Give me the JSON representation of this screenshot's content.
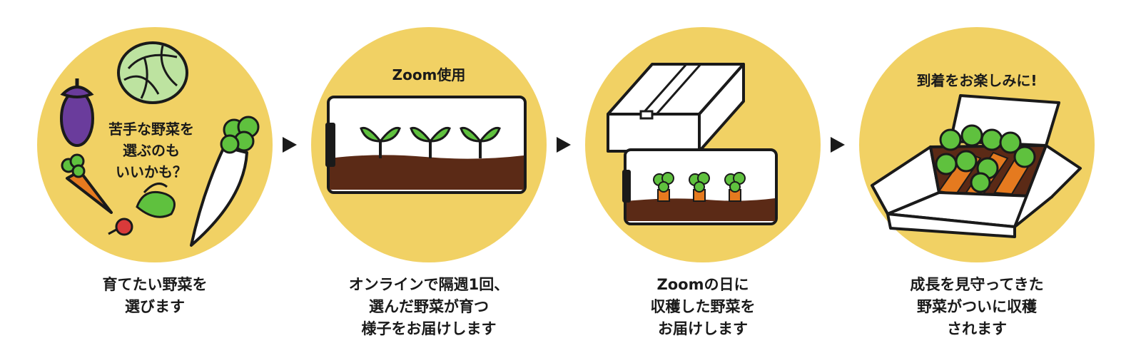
{
  "steps": [
    {
      "bubble_lines": [
        "苦手な野菜を",
        "選ぶのも",
        "いいかも？"
      ],
      "caption_lines": [
        "育てたい野菜を",
        "選びます"
      ]
    },
    {
      "heading": "Zoom使用",
      "caption_lines": [
        "オンラインで隔週1回、",
        "選んだ野菜が育つ",
        "様子をお届けします"
      ]
    },
    {
      "caption_lines": [
        "Zoomの日に",
        "収穫した野菜を",
        "お届けします"
      ]
    },
    {
      "heading": "到着をお楽しみに!",
      "caption_lines": [
        "成長を見守ってきた",
        "野菜がついに収穫",
        "されます"
      ]
    }
  ],
  "colors": {
    "circle": "#F1D164",
    "soil": "#5B2A16",
    "leaf": "#5FC13E",
    "carrot": "#E57A1F",
    "eggplant": "#6A3C9C",
    "cabbage": "#BDE3A0",
    "text": "#1a1a1a"
  },
  "icons": [
    "eggplant-icon",
    "cabbage-icon",
    "carrot-icon",
    "radish-icon",
    "daikon-icon",
    "sprout-icon",
    "cardboard-box-icon",
    "phone-icon",
    "arrow-right-icon"
  ]
}
